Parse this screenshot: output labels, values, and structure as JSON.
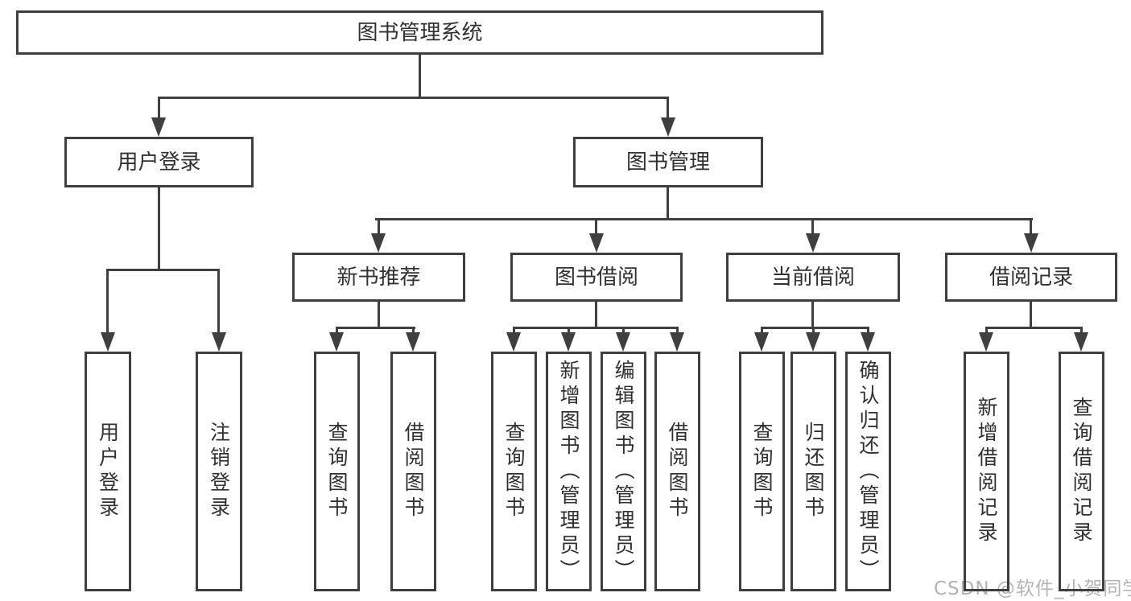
{
  "tree": {
    "label": "图书管理系统",
    "children": [
      {
        "label": "用户登录",
        "children": [
          {
            "label": "用户登录"
          },
          {
            "label": "注销登录"
          }
        ]
      },
      {
        "label": "图书管理",
        "children": [
          {
            "label": "新书推荐",
            "children": [
              {
                "label": "查询图书"
              },
              {
                "label": "借阅图书"
              }
            ]
          },
          {
            "label": "图书借阅",
            "children": [
              {
                "label": "查询图书"
              },
              {
                "label": "新增图书（管理员）"
              },
              {
                "label": "编辑图书（管理员）"
              },
              {
                "label": "借阅图书"
              }
            ]
          },
          {
            "label": "当前借阅",
            "children": [
              {
                "label": "查询图书"
              },
              {
                "label": "归还图书"
              },
              {
                "label": "确认归还（管理员）"
              }
            ]
          },
          {
            "label": "借阅记录",
            "children": [
              {
                "label": "新增借阅记录"
              },
              {
                "label": "查询借阅记录"
              }
            ]
          }
        ]
      }
    ]
  },
  "watermark": {
    "text": "CSDN @软件_小贺同学"
  },
  "colors": {
    "line": "#3f3f3f",
    "text": "#303030",
    "box_bg": "#ffffff",
    "page_bg": "#ffffff",
    "wm": "#b4b4b4"
  }
}
